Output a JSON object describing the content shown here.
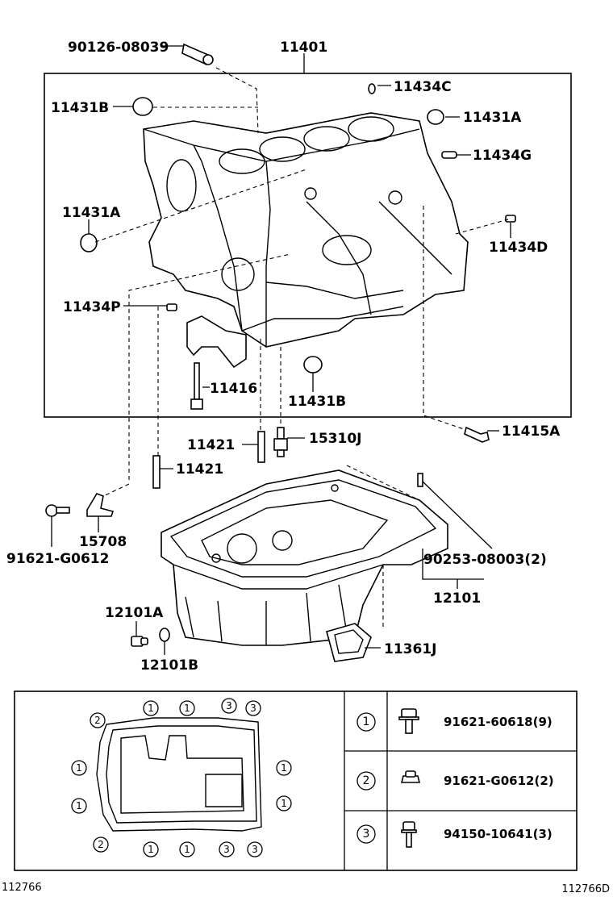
{
  "parts": {
    "p90126": "90126-08039",
    "p11401": "11401",
    "p11434C": "11434C",
    "p11431B_top": "11431B",
    "p11431A_right": "11431A",
    "p11434G": "11434G",
    "p11431A_left": "11431A",
    "p11434D": "11434D",
    "p11434P": "11434P",
    "p11416": "11416",
    "p11431B_bottom": "11431B",
    "p11415A": "11415A",
    "p11421_a": "11421",
    "p15310J": "15310J",
    "p11421_b": "11421",
    "p15708": "15708",
    "p91621G0612": "91621-G0612",
    "p90253": "90253-08003(2)",
    "p12101": "12101",
    "p12101A": "12101A",
    "p12101B": "12101B",
    "p11361J": "11361J"
  },
  "legend": {
    "rows": [
      {
        "marker": "1",
        "part": "91621-60618(9)",
        "icon": "flange-bolt-icon"
      },
      {
        "marker": "2",
        "part": "91621-G0612(2)",
        "icon": "flange-nut-icon"
      },
      {
        "marker": "3",
        "part": "94150-10641(3)",
        "icon": "stud-bolt-icon"
      }
    ]
  },
  "pan_markers": {
    "top": [
      "2",
      "1",
      "1",
      "3",
      "3"
    ],
    "left": [
      "1",
      "1"
    ],
    "right": [
      "1",
      "1"
    ],
    "bottom_left": "2",
    "bottom": [
      "1",
      "1",
      "3",
      "3"
    ]
  },
  "footer": {
    "left": "112766",
    "right": "112766D"
  }
}
